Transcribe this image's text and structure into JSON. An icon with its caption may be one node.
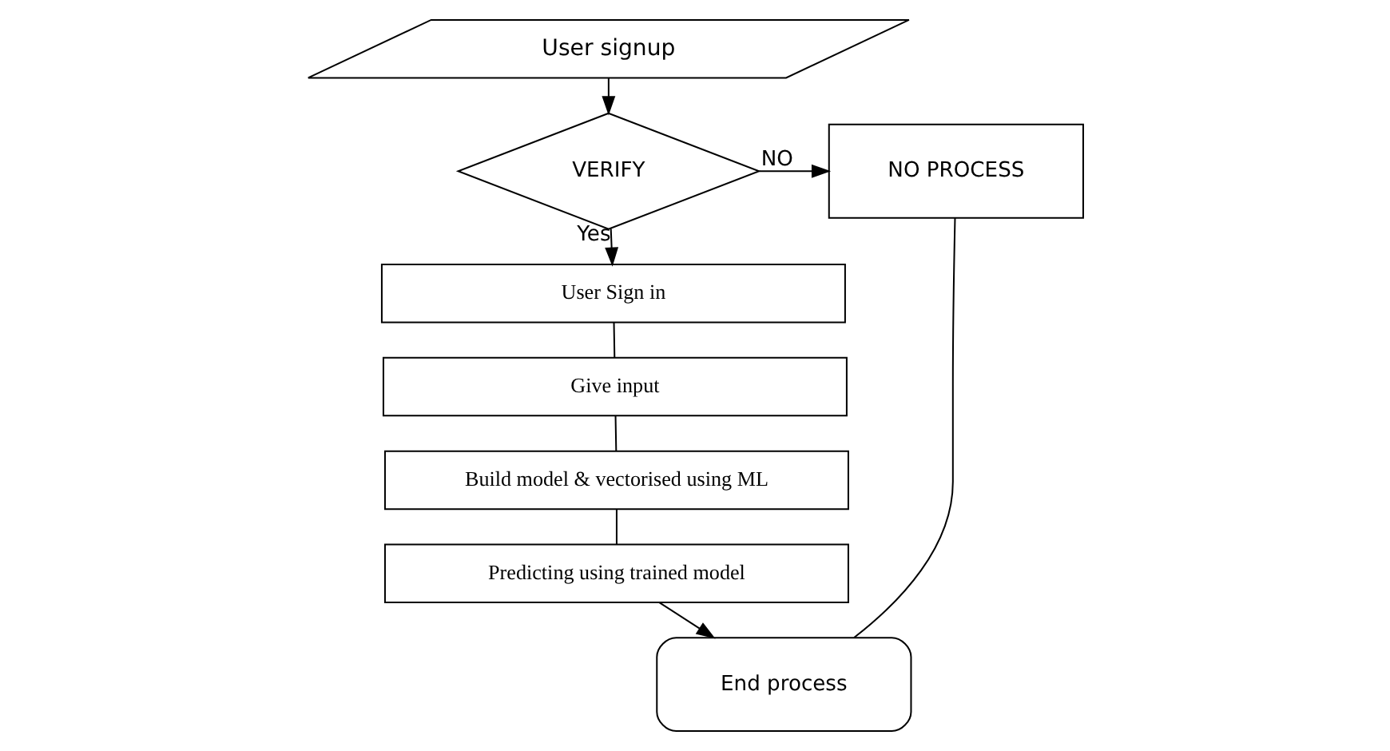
{
  "diagram": {
    "nodes": [
      {
        "text": [
          "User signup"
        ]
      },
      {
        "text": [
          "VERIFY"
        ]
      },
      {
        "text": [
          "NO PROCESS"
        ]
      },
      {
        "text": [
          "User Sign in"
        ]
      },
      {
        "text": [
          "Give input"
        ]
      },
      {
        "text": [
          "Build model & vectorised using ML"
        ]
      },
      {
        "text": [
          "Predicting using trained model"
        ]
      },
      {
        "text": [
          "End process"
        ]
      }
    ],
    "edges": [
      {
        "from": 0,
        "to": 1,
        "arrow": "to"
      },
      {
        "from": 1,
        "to": 3,
        "label": "Yes",
        "arrow": "to"
      },
      {
        "from": 1,
        "to": 2,
        "label": "NO",
        "arrow": "to"
      },
      {
        "from": 3,
        "to": 4,
        "arrow": "none"
      },
      {
        "from": 4,
        "to": 5,
        "arrow": "none"
      },
      {
        "from": 5,
        "to": 6,
        "arrow": "none"
      },
      {
        "from": 6,
        "to": 7,
        "arrow": "to"
      },
      {
        "from": 2,
        "to": 7,
        "arrow": "none"
      }
    ]
  }
}
